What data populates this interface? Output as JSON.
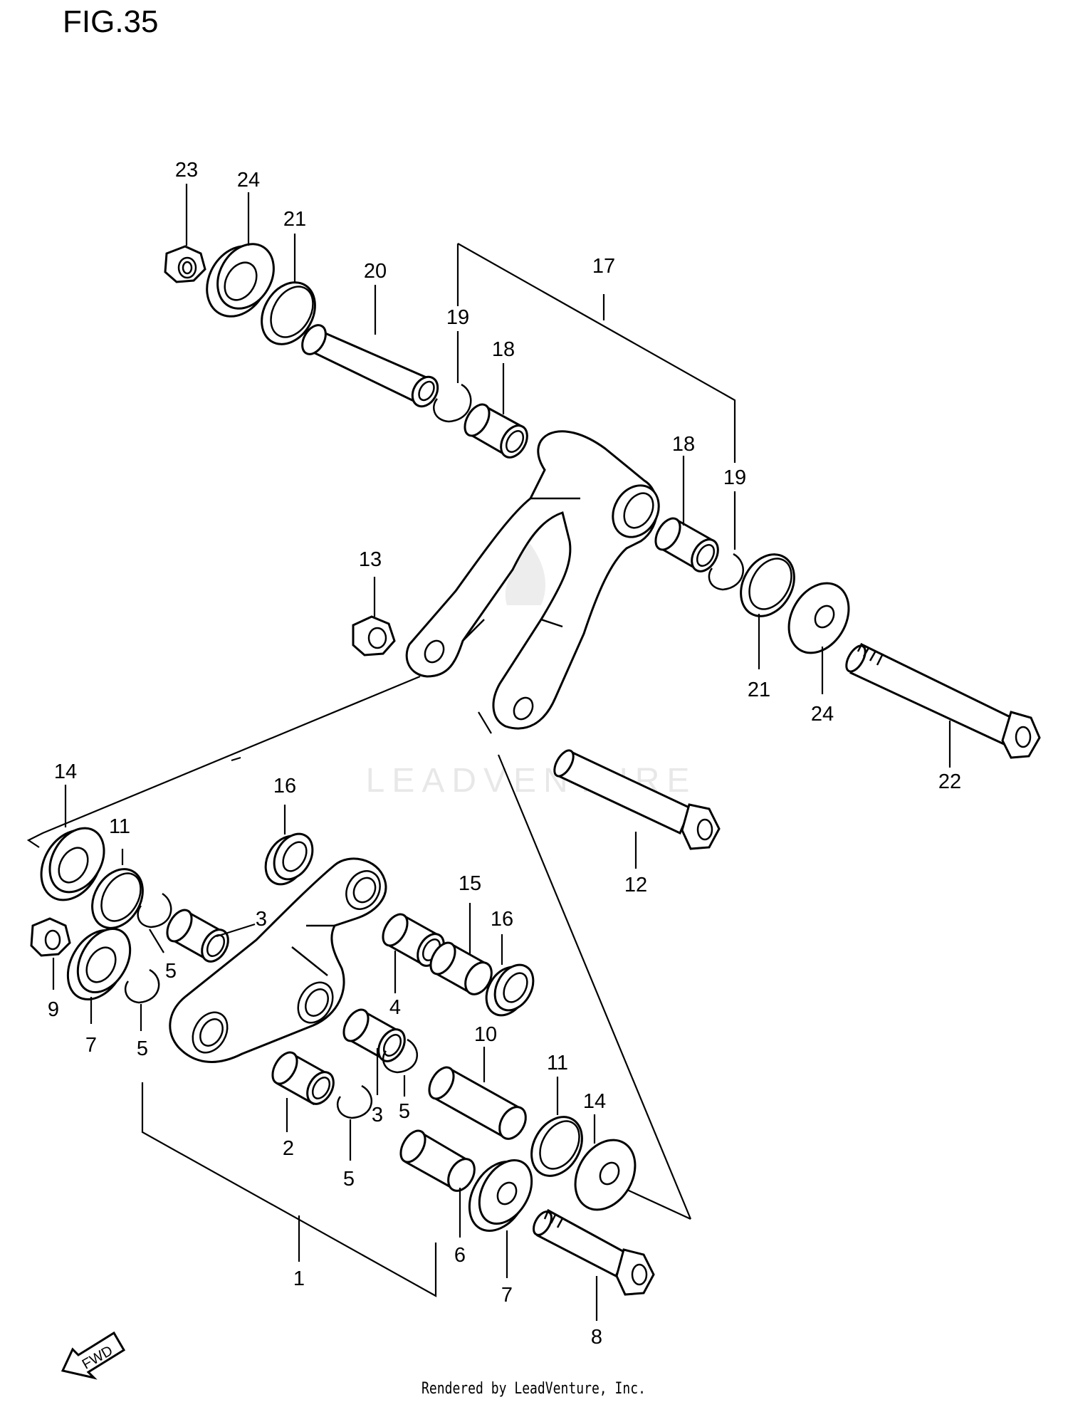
{
  "figure": {
    "title": "FIG.35",
    "watermark": "LEADVENTURE",
    "fwd_label": "FWD",
    "footer": "Rendered by LeadVenture, Inc."
  },
  "callouts": [
    {
      "id": "c23",
      "number": "23"
    },
    {
      "id": "c24a",
      "number": "24"
    },
    {
      "id": "c21a",
      "number": "21"
    },
    {
      "id": "c20",
      "number": "20"
    },
    {
      "id": "c19a",
      "number": "19"
    },
    {
      "id": "c18a",
      "number": "18"
    },
    {
      "id": "c17",
      "number": "17"
    },
    {
      "id": "c18b",
      "number": "18"
    },
    {
      "id": "c19b",
      "number": "19"
    },
    {
      "id": "c13",
      "number": "13"
    },
    {
      "id": "c21b",
      "number": "21"
    },
    {
      "id": "c24b",
      "number": "24"
    },
    {
      "id": "c22",
      "number": "22"
    },
    {
      "id": "c14a",
      "number": "14"
    },
    {
      "id": "c11a",
      "number": "11"
    },
    {
      "id": "c16a",
      "number": "16"
    },
    {
      "id": "c12",
      "number": "12"
    },
    {
      "id": "c3a",
      "number": "3"
    },
    {
      "id": "c15",
      "number": "15"
    },
    {
      "id": "c16b",
      "number": "16"
    },
    {
      "id": "c9",
      "number": "9"
    },
    {
      "id": "c7a",
      "number": "7"
    },
    {
      "id": "c5a",
      "number": "5"
    },
    {
      "id": "c5b",
      "number": "5"
    },
    {
      "id": "c4",
      "number": "4"
    },
    {
      "id": "c10",
      "number": "10"
    },
    {
      "id": "c11b",
      "number": "11"
    },
    {
      "id": "c14b",
      "number": "14"
    },
    {
      "id": "c3b",
      "number": "3"
    },
    {
      "id": "c5c",
      "number": "5"
    },
    {
      "id": "c2",
      "number": "2"
    },
    {
      "id": "c5d",
      "number": "5"
    },
    {
      "id": "c6",
      "number": "6"
    },
    {
      "id": "c1",
      "number": "1"
    },
    {
      "id": "c7b",
      "number": "7"
    },
    {
      "id": "c8",
      "number": "8"
    }
  ]
}
